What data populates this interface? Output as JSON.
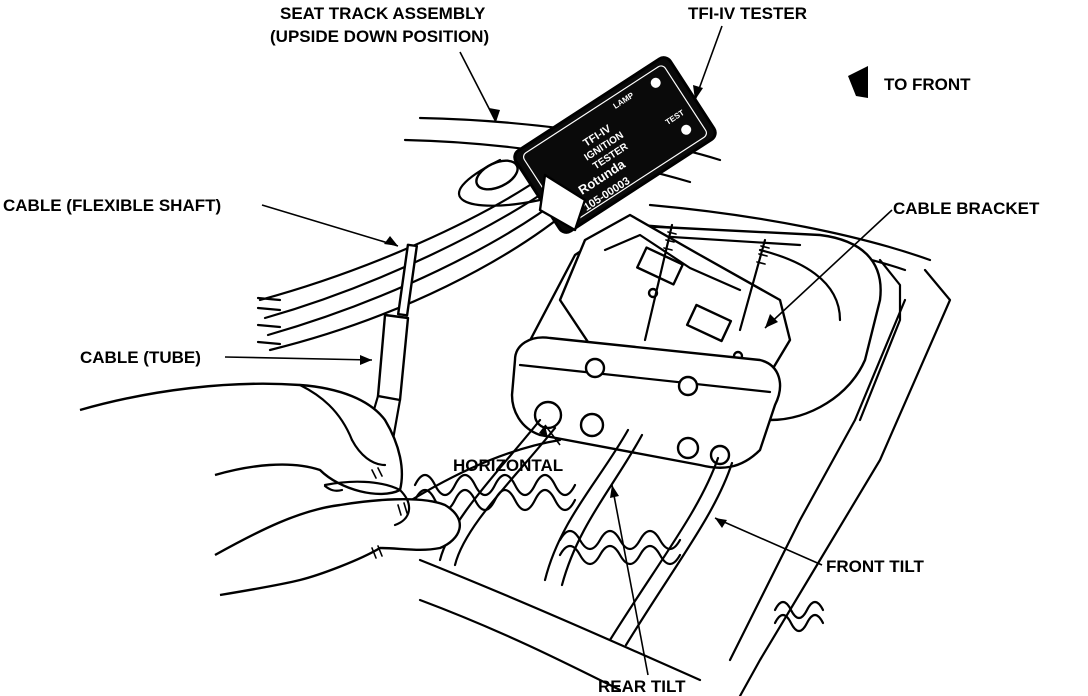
{
  "labels": {
    "seat_track_line1": "SEAT TRACK ASSEMBLY",
    "seat_track_line2": "(UPSIDE DOWN POSITION)",
    "tfi_tester": "TFI-IV  TESTER",
    "to_front": "TO FRONT",
    "cable_flexible": "CABLE (FLEXIBLE SHAFT)",
    "cable_bracket": "CABLE BRACKET",
    "cable_tube": "CABLE (TUBE)",
    "horizontal": "HORIZONTAL",
    "front_tilt": "FRONT TILT",
    "rear_tilt": "REAR TILT"
  },
  "tester": {
    "line1": "TFI-IV",
    "line2": "IGNITION",
    "line3": "TESTER",
    "brand": "Rotunda",
    "part_no": "105-00003",
    "lamp_label": "LAMP",
    "test_label": "TEST"
  },
  "icons": {
    "arrow": "front-arrow-icon"
  }
}
